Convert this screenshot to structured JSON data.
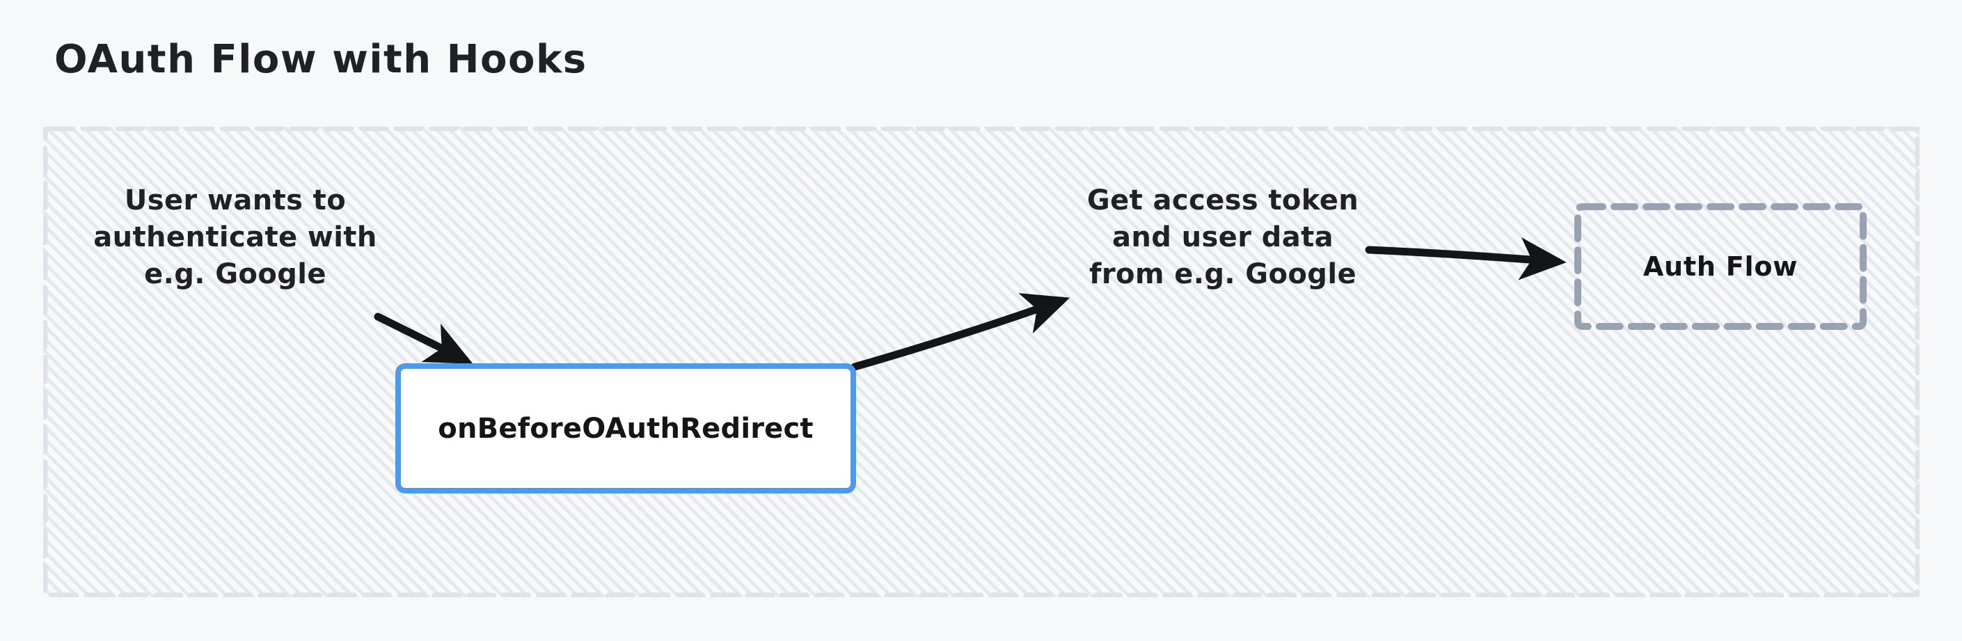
{
  "page": {
    "background_color": "#f7f8fa",
    "title": "OAuth Flow with Hooks"
  },
  "frame": {
    "name": "oauth-flow-frame",
    "border_style": "dashed",
    "border_color": "#dfe2e8",
    "fill_color": "#f8f9fb",
    "hatch_color": "#bac0ca"
  },
  "nodes": {
    "hook": {
      "label": "onBeforeOAuthRedirect",
      "fill_color": "#ffffff",
      "border_color": "#4a9bef",
      "shape": "rounded-rectangle"
    },
    "auth_flow_group": {
      "label": "Auth Flow",
      "border_color": "#98a2b3",
      "border_style": "dashed",
      "shape": "rounded-rectangle"
    }
  },
  "edges": [
    {
      "name": "user-wants-to-authenticate",
      "label": "User wants to\nauthenticate with\ne.g. Google",
      "target": "onBeforeOAuthRedirect",
      "color": "#141516"
    },
    {
      "name": "get-access-token",
      "label": "Get access token\nand user data\nfrom e.g. Google",
      "source": "onBeforeOAuthRedirect",
      "color": "#141516"
    },
    {
      "name": "to-auth-flow",
      "label": "",
      "target": "Auth Flow",
      "color": "#141516"
    }
  ],
  "colors": {
    "text": "#1f2124",
    "accent_blue": "#4a9bef",
    "group_gray": "#98a2b3",
    "frame_gray": "#dfe2e8"
  }
}
